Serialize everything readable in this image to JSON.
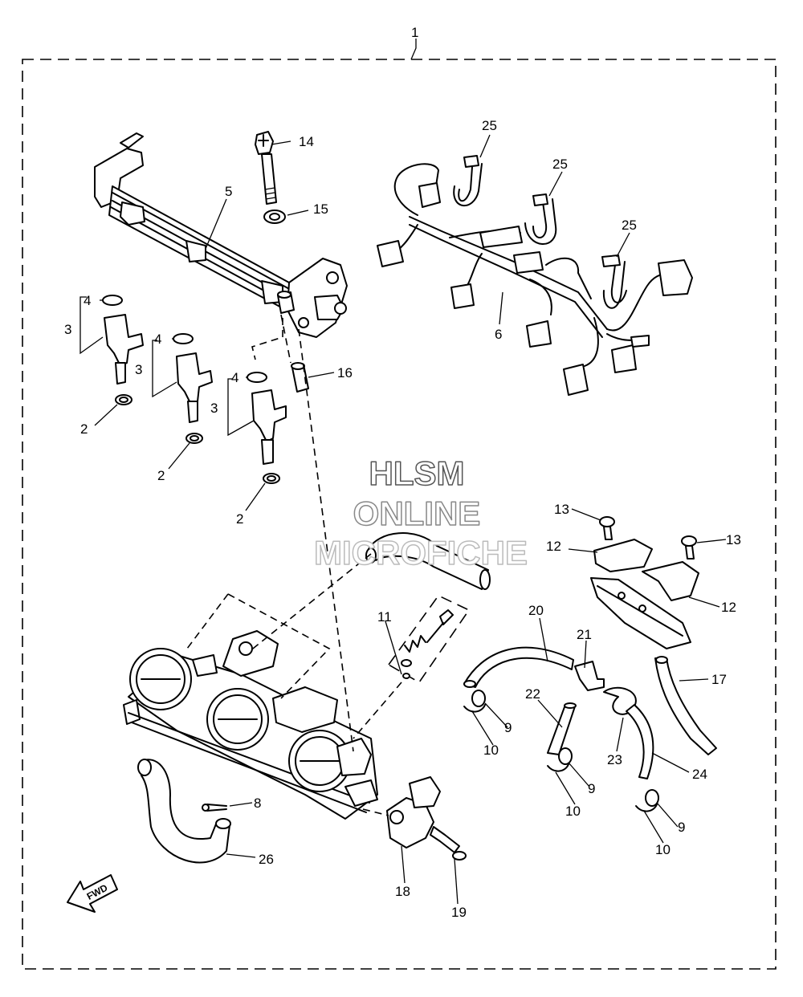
{
  "callouts": {
    "c1": "1",
    "c2a": "2",
    "c2b": "2",
    "c2c": "2",
    "c3a": "3",
    "c3b": "3",
    "c3c": "3",
    "c4a": "4",
    "c4b": "4",
    "c4c": "4",
    "c5": "5",
    "c6": "6",
    "c8": "8",
    "c9a": "9",
    "c9b": "9",
    "c9c": "9",
    "c10a": "10",
    "c10b": "10",
    "c10c": "10",
    "c11": "11",
    "c12a": "12",
    "c12b": "12",
    "c13a": "13",
    "c13b": "13",
    "c14": "14",
    "c15": "15",
    "c16": "16",
    "c17": "17",
    "c18": "18",
    "c19": "19",
    "c20": "20",
    "c21": "21",
    "c22": "22",
    "c23": "23",
    "c24": "24",
    "c25a": "25",
    "c25b": "25",
    "c25c": "25",
    "c26": "26"
  },
  "watermark": {
    "line1": "HLSM",
    "line2": "ONLINE",
    "line3": "MICROFICHE"
  },
  "fwd_label": "FWD"
}
